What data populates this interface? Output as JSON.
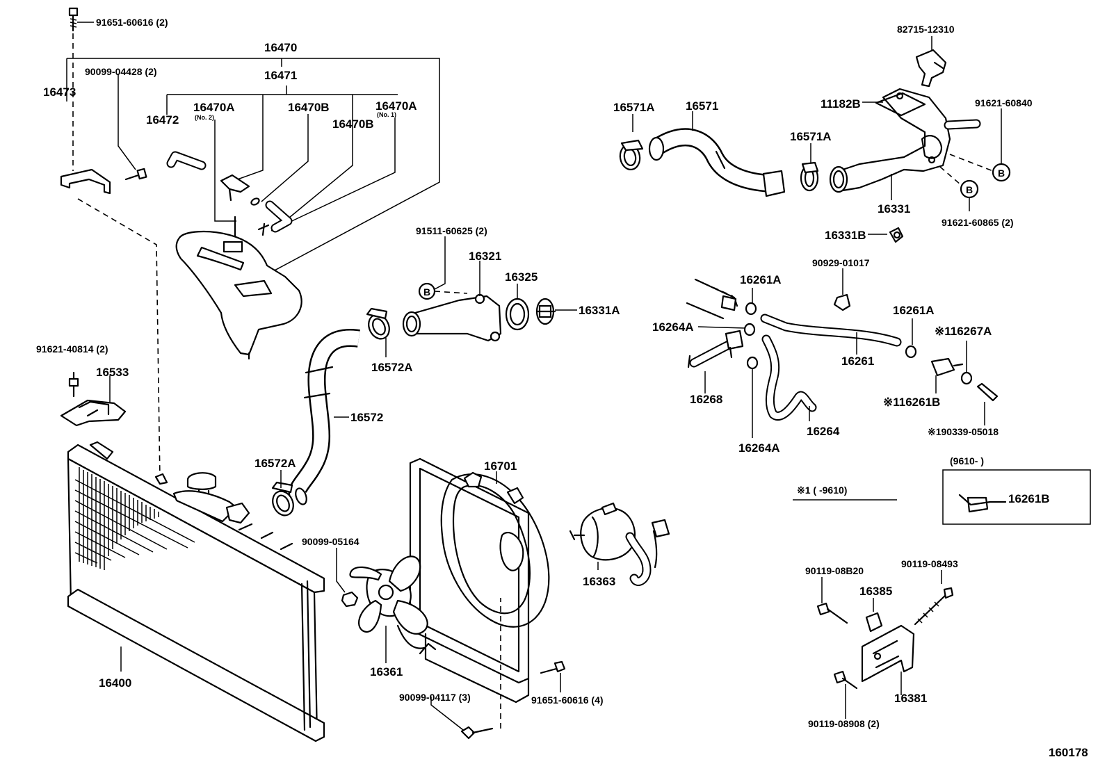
{
  "diagram_number": "160178",
  "labels": {
    "p91651_60616_2": "91651-60616 (2)",
    "p16470": "16470",
    "p90099_04428": "90099-04428 (2)",
    "p16471": "16471",
    "p16473": "16473",
    "p16470A_no2": "16470A",
    "no2": "(No. 2)",
    "p16470B_a": "16470B",
    "p16470A_no1": "16470A",
    "no1": "(No. 1)",
    "p16472": "16472",
    "p16470B_b": "16470B",
    "p91621_40814": "91621-40814 (2)",
    "p16533": "16533",
    "p16400": "16400",
    "p91511_60625": "91511-60625 (2)",
    "p16321": "16321",
    "p16325": "16325",
    "p16331A": "16331A",
    "p16572A_a": "16572A",
    "p16572": "16572",
    "p16572A_b": "16572A",
    "p16701": "16701",
    "p90099_05164": "90099-05164",
    "p16363": "16363",
    "p16361": "16361",
    "p90099_04117": "90099-04117 (3)",
    "p91651_60616_4": "91651-60616 (4)",
    "p82715_12310": "82715-12310",
    "p16571A_a": "16571A",
    "p16571": "16571",
    "p11182B": "11182B",
    "p91621_60840": "91621-60840",
    "p16571A_b": "16571A",
    "p16331": "16331",
    "p91621_60865": "91621-60865 (2)",
    "p16331B": "16331B",
    "p90929_01017": "90929-01017",
    "p16261A_a": "16261A",
    "p16264A_a": "16264A",
    "p16261A_b": "16261A",
    "p116267A": "※116267A",
    "p16261": "16261",
    "p16268": "16268",
    "p116261B": "※116261B",
    "p16264": "16264",
    "p190339_05018": "※190339-05018",
    "p16264A_b": "16264A",
    "inset_title": "(9610-        )",
    "p16261B": "16261B",
    "footnote": "※1  (        -9610)",
    "p90119_08B20": "90119-08B20",
    "p90119_08493": "90119-08493",
    "p16385": "16385",
    "p16381": "16381",
    "p90119_08908": "90119-08908 (2)",
    "circle_b": "B"
  }
}
